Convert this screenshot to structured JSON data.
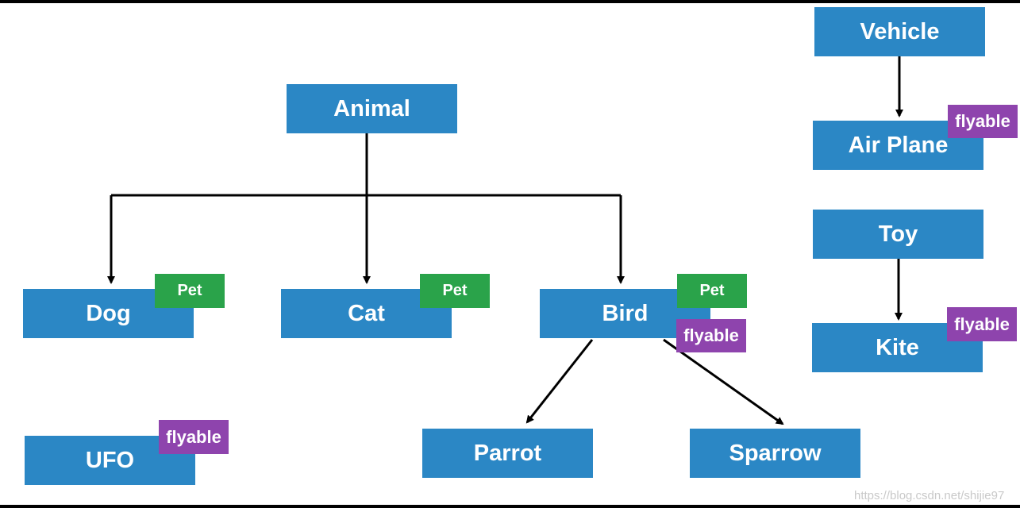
{
  "colors": {
    "node_fill": "#2b87c5",
    "pet_tag_fill": "#2aa34a",
    "flyable_tag_fill": "#8e44ad",
    "arrow": "#000000",
    "background": "#ffffff"
  },
  "nodes": {
    "animal": "Animal",
    "dog": "Dog",
    "cat": "Cat",
    "bird": "Bird",
    "parrot": "Parrot",
    "sparrow": "Sparrow",
    "ufo": "UFO",
    "vehicle": "Vehicle",
    "air_plane": "Air Plane",
    "toy": "Toy",
    "kite": "Kite"
  },
  "tags": {
    "pet": "Pet",
    "flyable": "flyable"
  },
  "edges": [
    {
      "from": "Animal",
      "to": "Dog"
    },
    {
      "from": "Animal",
      "to": "Cat"
    },
    {
      "from": "Animal",
      "to": "Bird"
    },
    {
      "from": "Bird",
      "to": "Parrot"
    },
    {
      "from": "Bird",
      "to": "Sparrow"
    },
    {
      "from": "Vehicle",
      "to": "Air Plane"
    },
    {
      "from": "Toy",
      "to": "Kite"
    }
  ],
  "watermark": "https://blog.csdn.net/shijie97"
}
